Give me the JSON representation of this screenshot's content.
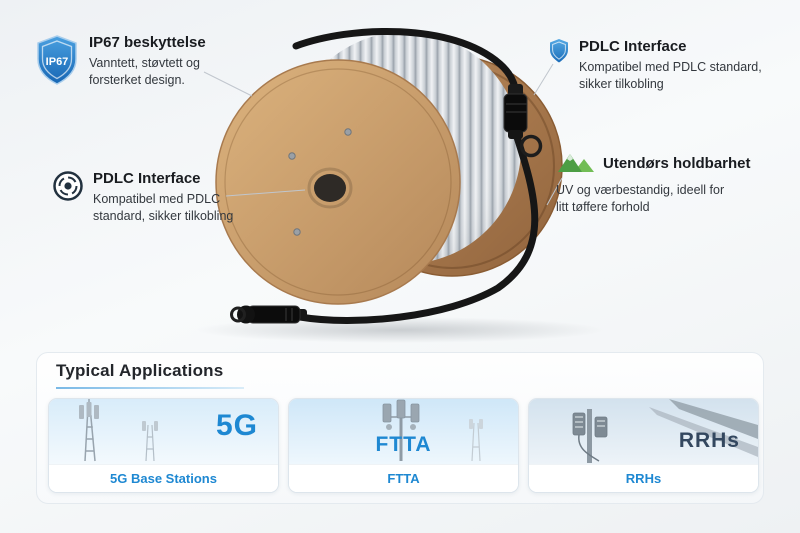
{
  "colors": {
    "accent_blue": "#1e88d2",
    "title_dark": "#23262b",
    "body_text": "#33383e",
    "shield_blue": "#2f86d0",
    "mountain_green": "#4c9e44",
    "wood": "#c99a63",
    "caption_blue": "#1e88d2"
  },
  "icons": {
    "ip67_badge": "shield-badge-icon",
    "pdlc_left": "connector-port-icon",
    "pdlc_right": "shield-icon",
    "outdoor": "mountains-icon"
  },
  "callouts": {
    "ip67": {
      "badge": "IP67",
      "title": "IP67 beskyttelse",
      "line1": "Vanntett, støvtett og",
      "line2": "forsterket design."
    },
    "pdlc_left": {
      "title": "PDLC Interface",
      "line1": "Kompatibel med PDLC",
      "line2": "standard, sikker tilkobling"
    },
    "pdlc_right": {
      "title": "PDLC Interface",
      "line1": "Kompatibel med PDLC standard,",
      "line2": "sikker tilkobling"
    },
    "outdoor": {
      "title": "Utendørs holdbarhet",
      "line1": "UV og værbestandig, ideell for",
      "line2": "litt tøffere forhold"
    }
  },
  "applications": {
    "heading": "Typical Applications",
    "cards": [
      {
        "overlay": "5G",
        "caption": "5G Base Stations"
      },
      {
        "overlay": "FTTA",
        "caption": "FTTA"
      },
      {
        "overlay": "RRHs",
        "caption": "RRHs"
      }
    ]
  }
}
